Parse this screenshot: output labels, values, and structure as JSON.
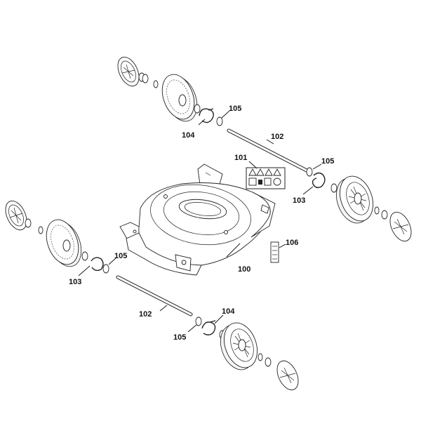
{
  "callouts": {
    "deck": "100",
    "label": "101",
    "axle_front": "102",
    "axle_rear": "102",
    "clip_right": "103",
    "clip_left": "103",
    "spring_top": "104",
    "spring_bottom": "104",
    "washer_top_center": "105",
    "washer_top_right": "105",
    "washer_left": "105",
    "washer_bottom": "105",
    "bracket": "106"
  }
}
